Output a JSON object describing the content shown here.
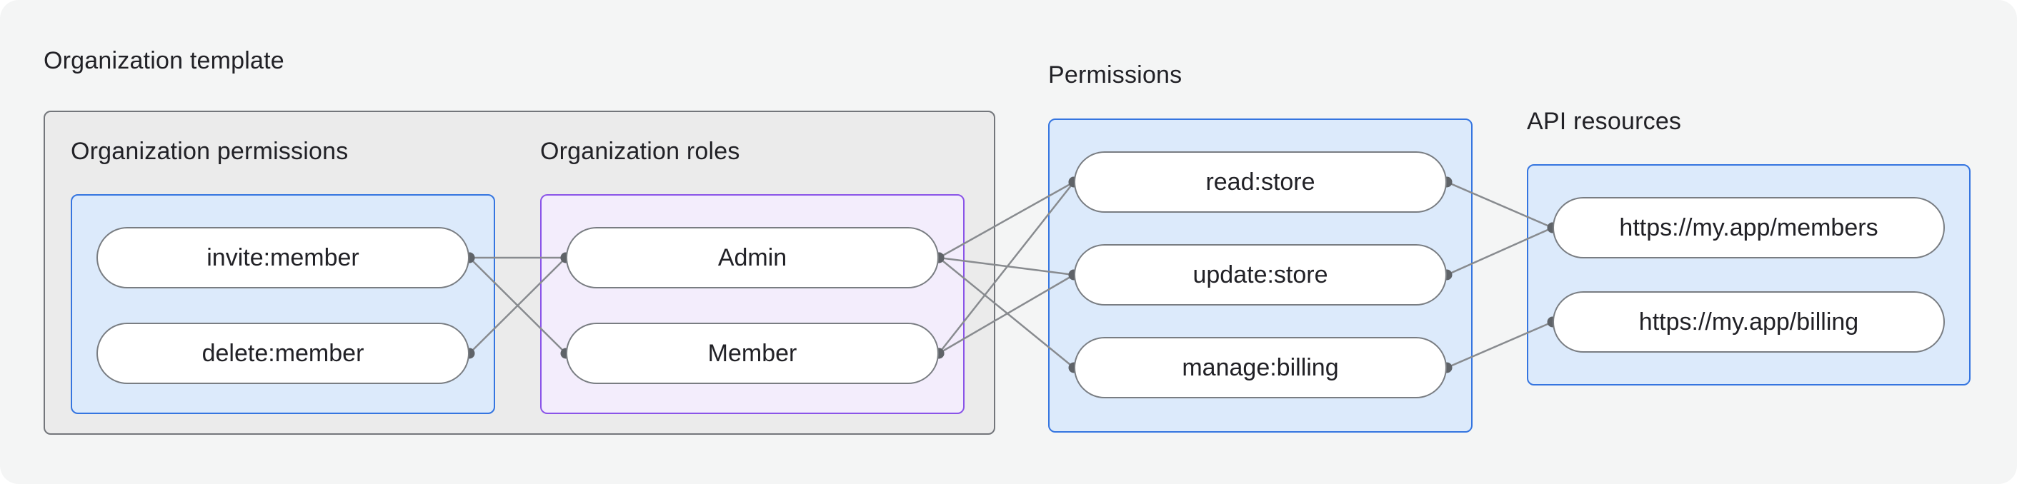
{
  "org_template": {
    "title": "Organization template",
    "permissions": {
      "title": "Organization permissions",
      "items": [
        "invite:member",
        "delete:member"
      ]
    },
    "roles": {
      "title": "Organization roles",
      "items": [
        "Admin",
        "Member"
      ]
    }
  },
  "permissions_panel": {
    "title": "Permissions",
    "items": [
      "read:store",
      "update:store",
      "manage:billing"
    ]
  },
  "api_resources": {
    "title": "API resources",
    "items": [
      "https://my.app/members",
      "https://my.app/billing"
    ]
  },
  "edges": [
    {
      "from": "invite-member",
      "to": "admin"
    },
    {
      "from": "invite-member",
      "to": "member"
    },
    {
      "from": "delete-member",
      "to": "admin"
    },
    {
      "from": "admin",
      "to": "read-store"
    },
    {
      "from": "admin",
      "to": "update-store"
    },
    {
      "from": "admin",
      "to": "manage-billing"
    },
    {
      "from": "member",
      "to": "read-store"
    },
    {
      "from": "member",
      "to": "update-store"
    },
    {
      "from": "read-store",
      "to": "api-members"
    },
    {
      "from": "update-store",
      "to": "api-members"
    },
    {
      "from": "manage-billing",
      "to": "api-billing"
    }
  ],
  "colors": {
    "canvas_bg": "#f4f5f5",
    "outer_box_bg": "#ebebeb",
    "outer_box_border": "#73767b",
    "blue_panel_bg": "#dceafb",
    "blue_panel_border": "#3575e0",
    "purple_panel_bg": "#f3edfc",
    "purple_panel_border": "#8a54e8",
    "pill_bg": "#ffffff",
    "pill_border": "#797d82",
    "edge_line": "#888b8f",
    "edge_dot": "#5f6368",
    "text": "#212126"
  }
}
